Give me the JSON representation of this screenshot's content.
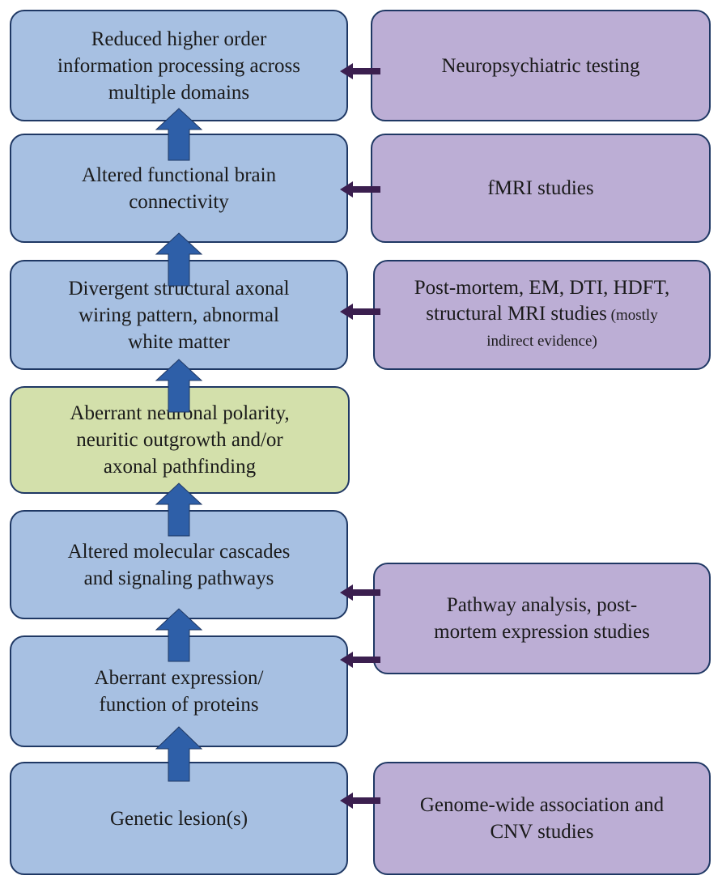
{
  "left_boxes": [
    {
      "lines": [
        "Reduced higher order",
        "information processing across",
        "multiple domains"
      ]
    },
    {
      "lines": [
        "Altered functional brain",
        "connectivity"
      ]
    },
    {
      "lines": [
        "Divergent structural axonal",
        "wiring pattern, abnormal",
        "white matter"
      ]
    },
    {
      "lines": [
        "Aberrant neuronal polarity,",
        "neuritic outgrowth and/or",
        "axonal pathfinding"
      ]
    },
    {
      "lines": [
        "Altered molecular cascades",
        "and signaling pathways"
      ]
    },
    {
      "lines": [
        "Aberrant expression/",
        "function of proteins"
      ]
    },
    {
      "lines": [
        "Genetic lesion(s)"
      ]
    }
  ],
  "right_boxes": [
    {
      "lines": [
        "Neuropsychiatric testing"
      ]
    },
    {
      "lines": [
        "fMRI studies"
      ]
    },
    {
      "line1": "Post-mortem, EM, DTI, HDFT,",
      "line2_main": "structural MRI studies",
      "line2_small": " (mostly",
      "line3_small": "indirect evidence)"
    },
    {
      "lines": [
        "Pathway analysis, post-",
        "mortem expression studies"
      ]
    },
    {
      "lines": [
        "Genome-wide association and",
        "CNV studies"
      ]
    }
  ],
  "colors": {
    "left_fill": "#a7c0e2",
    "highlight_fill": "#d3e0ab",
    "right_fill": "#bcaed5",
    "border": "#1f3864",
    "up_arrow": "#2e5fa8",
    "left_arrow": "#3b1f4f"
  }
}
